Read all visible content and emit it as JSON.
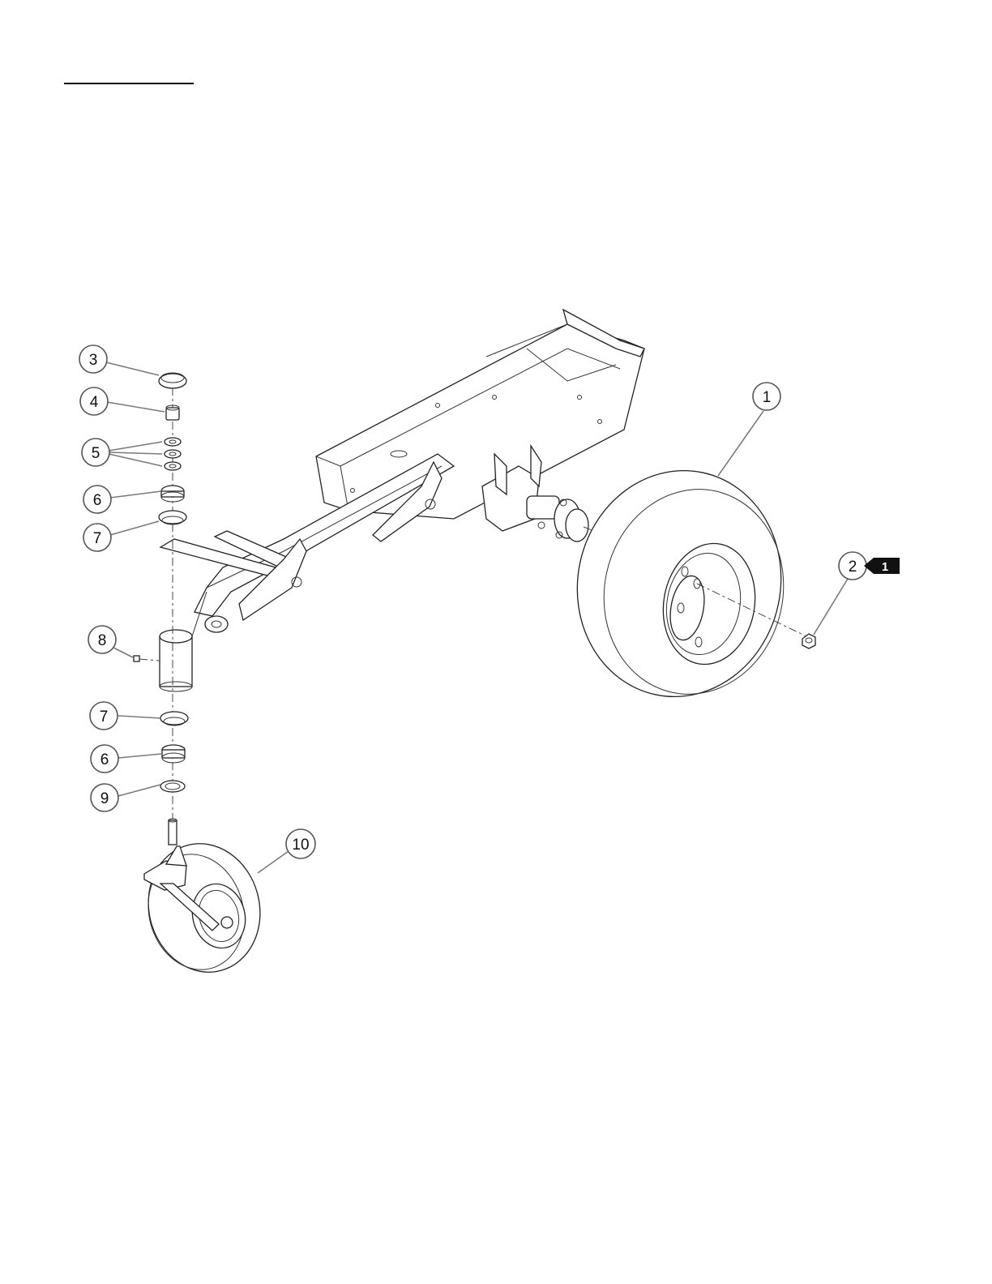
{
  "callouts": [
    {
      "id": "c1",
      "label": "1"
    },
    {
      "id": "c2",
      "label": "2"
    },
    {
      "id": "c3",
      "label": "3"
    },
    {
      "id": "c4",
      "label": "4"
    },
    {
      "id": "c5",
      "label": "5"
    },
    {
      "id": "c6a",
      "label": "6"
    },
    {
      "id": "c7a",
      "label": "7"
    },
    {
      "id": "c8",
      "label": "8"
    },
    {
      "id": "c7b",
      "label": "7"
    },
    {
      "id": "c6b",
      "label": "6"
    },
    {
      "id": "c9",
      "label": "9"
    },
    {
      "id": "c10",
      "label": "10"
    }
  ],
  "note_flag": {
    "label": "1"
  },
  "colors": {
    "line": "#222222",
    "leader": "#7a7a7a",
    "flag": "#111111"
  }
}
